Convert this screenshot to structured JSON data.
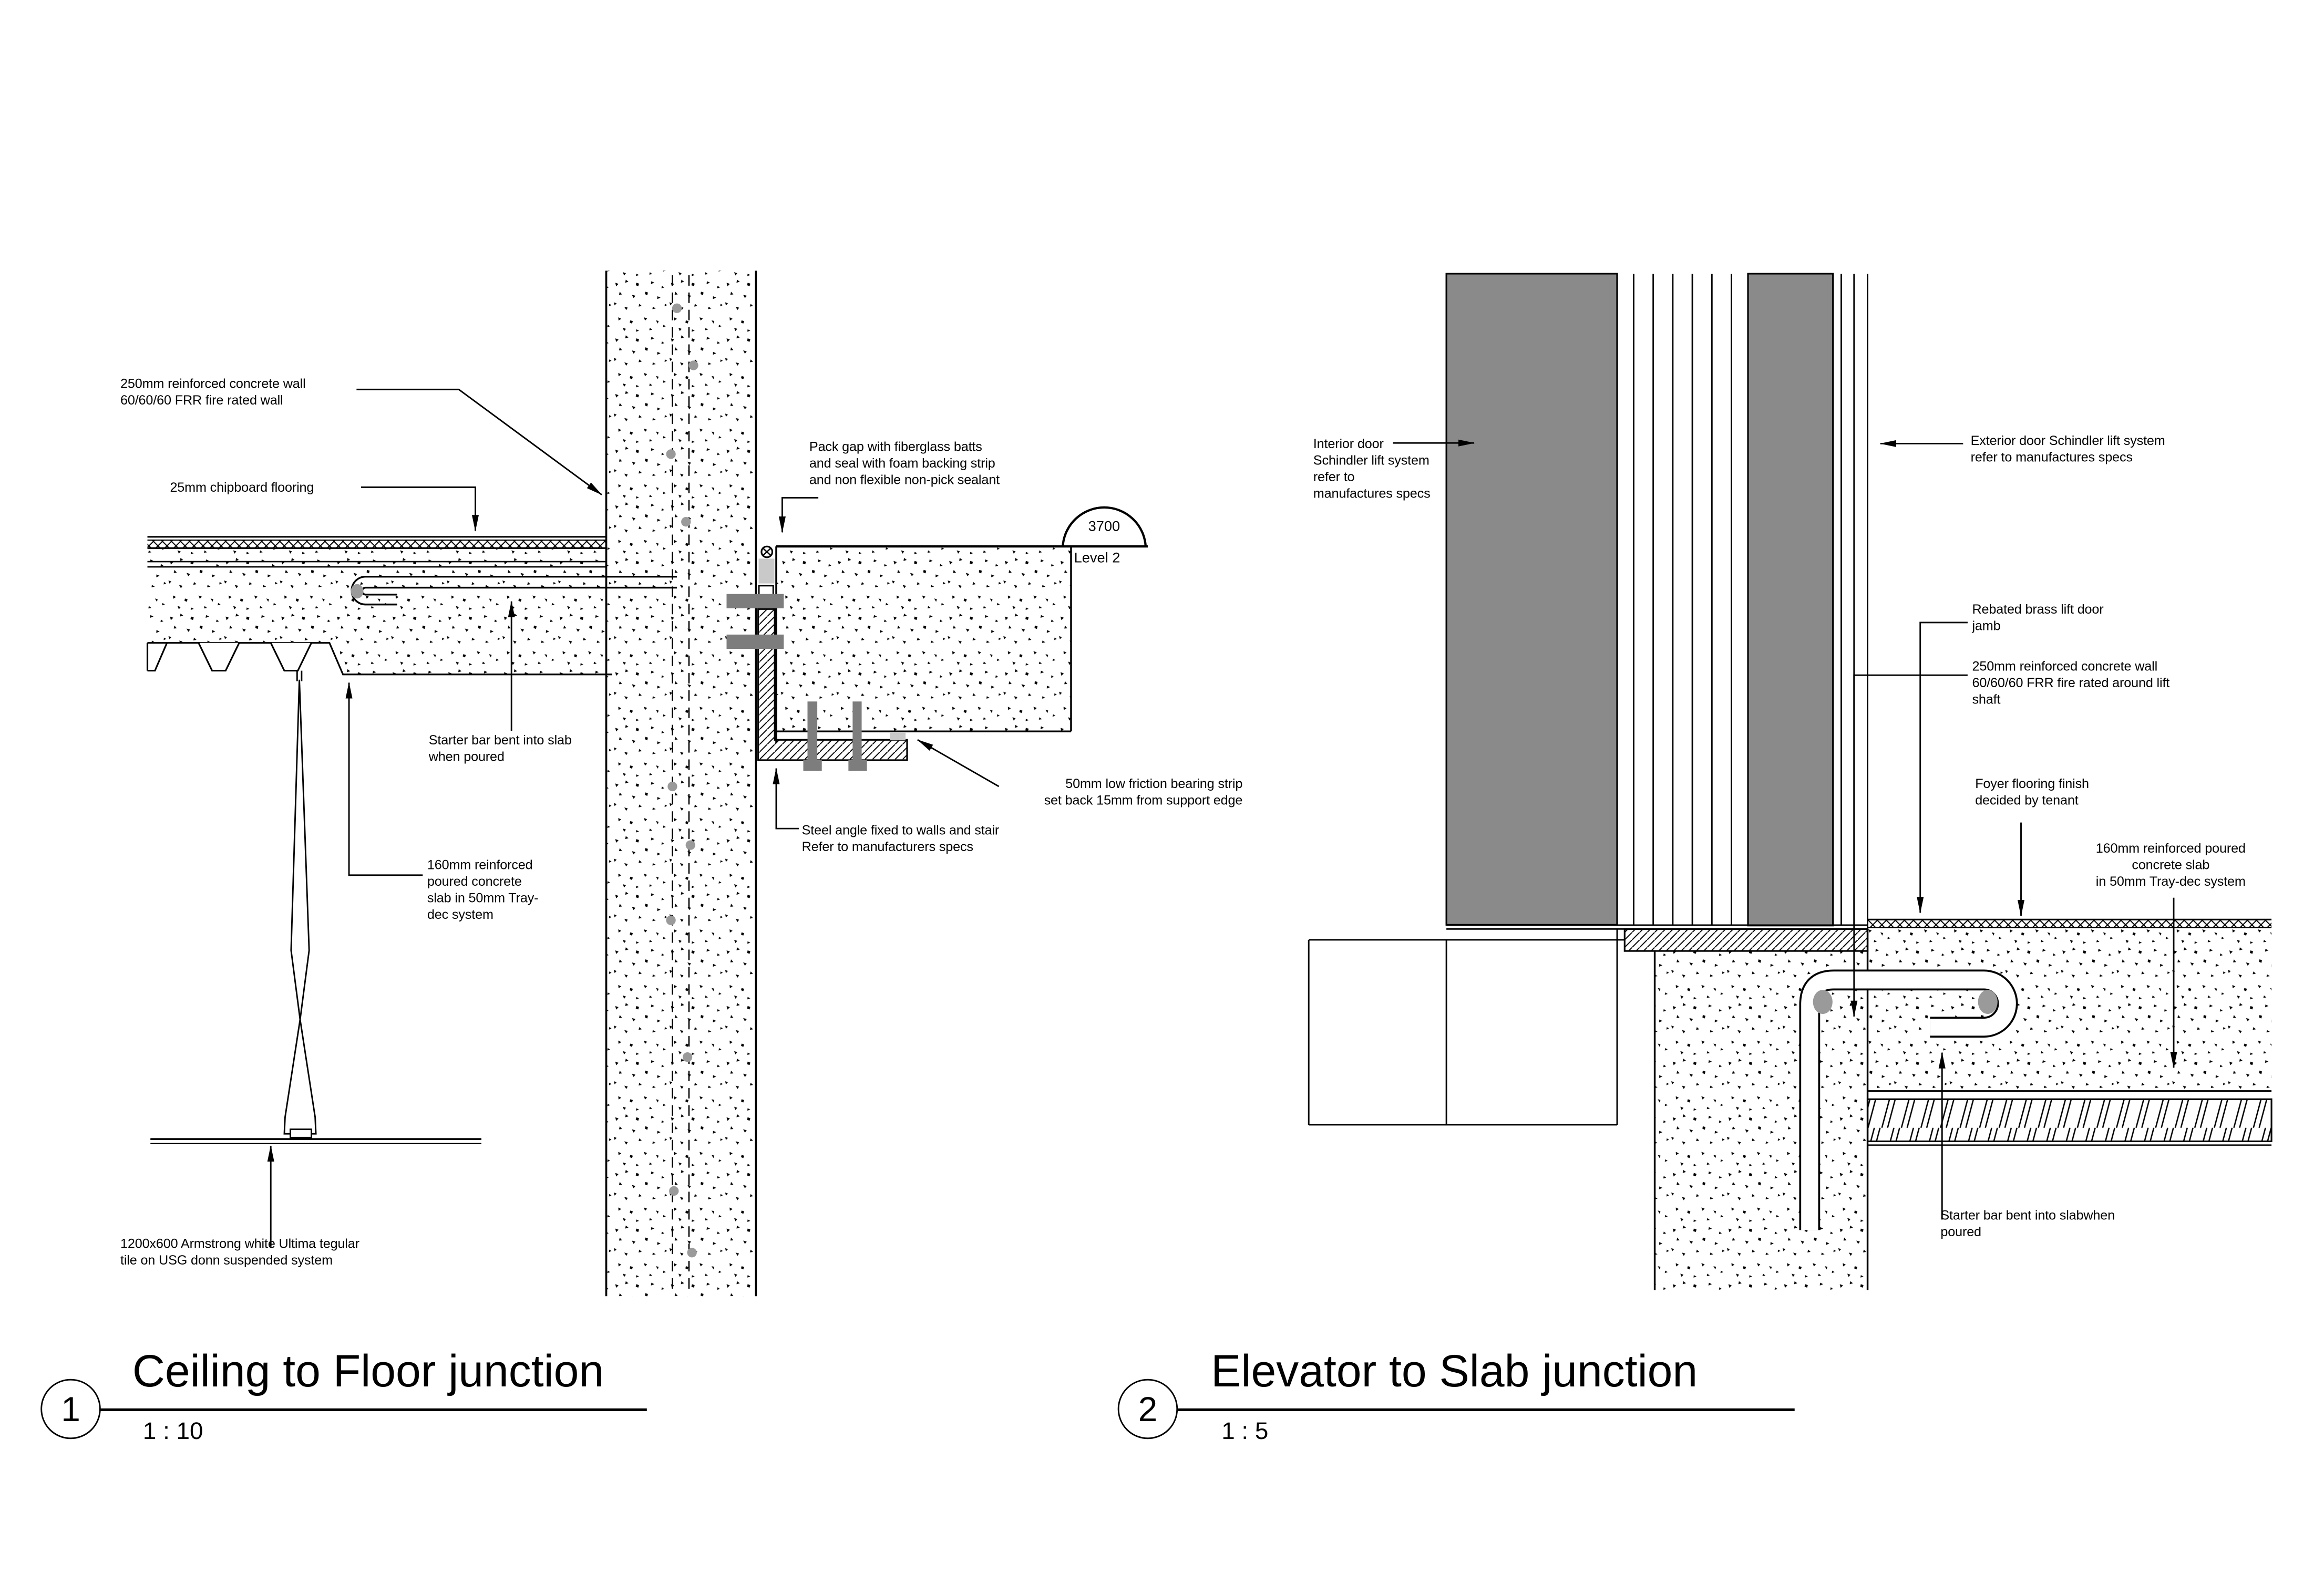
{
  "colors": {
    "line": "#000000",
    "door_gray": "#8a8a8a",
    "bolt_gray": "#7d7d7d",
    "light_gray": "#c9c9c9",
    "rebar_section_gray": "#9a9a9a",
    "background": "#ffffff"
  },
  "detail1": {
    "number": "1",
    "title": "Ceiling to Floor junction",
    "scale": "1 : 10",
    "datum_value": "3700",
    "datum_level": "Level 2",
    "labels": {
      "wall": "250mm reinforced concrete wall\n60/60/60 FRR fire rated wall",
      "chipboard": "25mm chipboard flooring",
      "packgap": "Pack gap with fiberglass batts\nand seal with foam backing strip\nand non flexible non-pick sealant",
      "starter": "Starter bar bent into slab\nwhen poured",
      "slab": "160mm reinforced\npoured concrete\nslab in 50mm Tray-\ndec system",
      "bearing": "50mm low friction bearing strip\nset back 15mm from support edge",
      "angle": "Steel angle fixed to walls and stair\nRefer to manufacturers specs",
      "ceiling": "1200x600 Armstrong white Ultima tegular\ntile on USG donn suspended system"
    }
  },
  "detail2": {
    "number": "2",
    "title": "Elevator to Slab junction",
    "scale": "1 : 5",
    "labels": {
      "interior": "Interior door\nSchindler lift system\nrefer to\nmanufactures specs",
      "exterior": "Exterior door Schindler lift system\nrefer to manufactures specs",
      "jamb": "Rebated brass lift door\njamb",
      "wall": "250mm reinforced concrete wall\n60/60/60 FRR fire rated around lift\nshaft",
      "foyer": "Foyer flooring finish\ndecided by tenant",
      "slab": "160mm reinforced poured\nconcrete slab\nin 50mm Tray-dec system",
      "starter": "Starter bar bent into slabwhen\npoured"
    }
  }
}
